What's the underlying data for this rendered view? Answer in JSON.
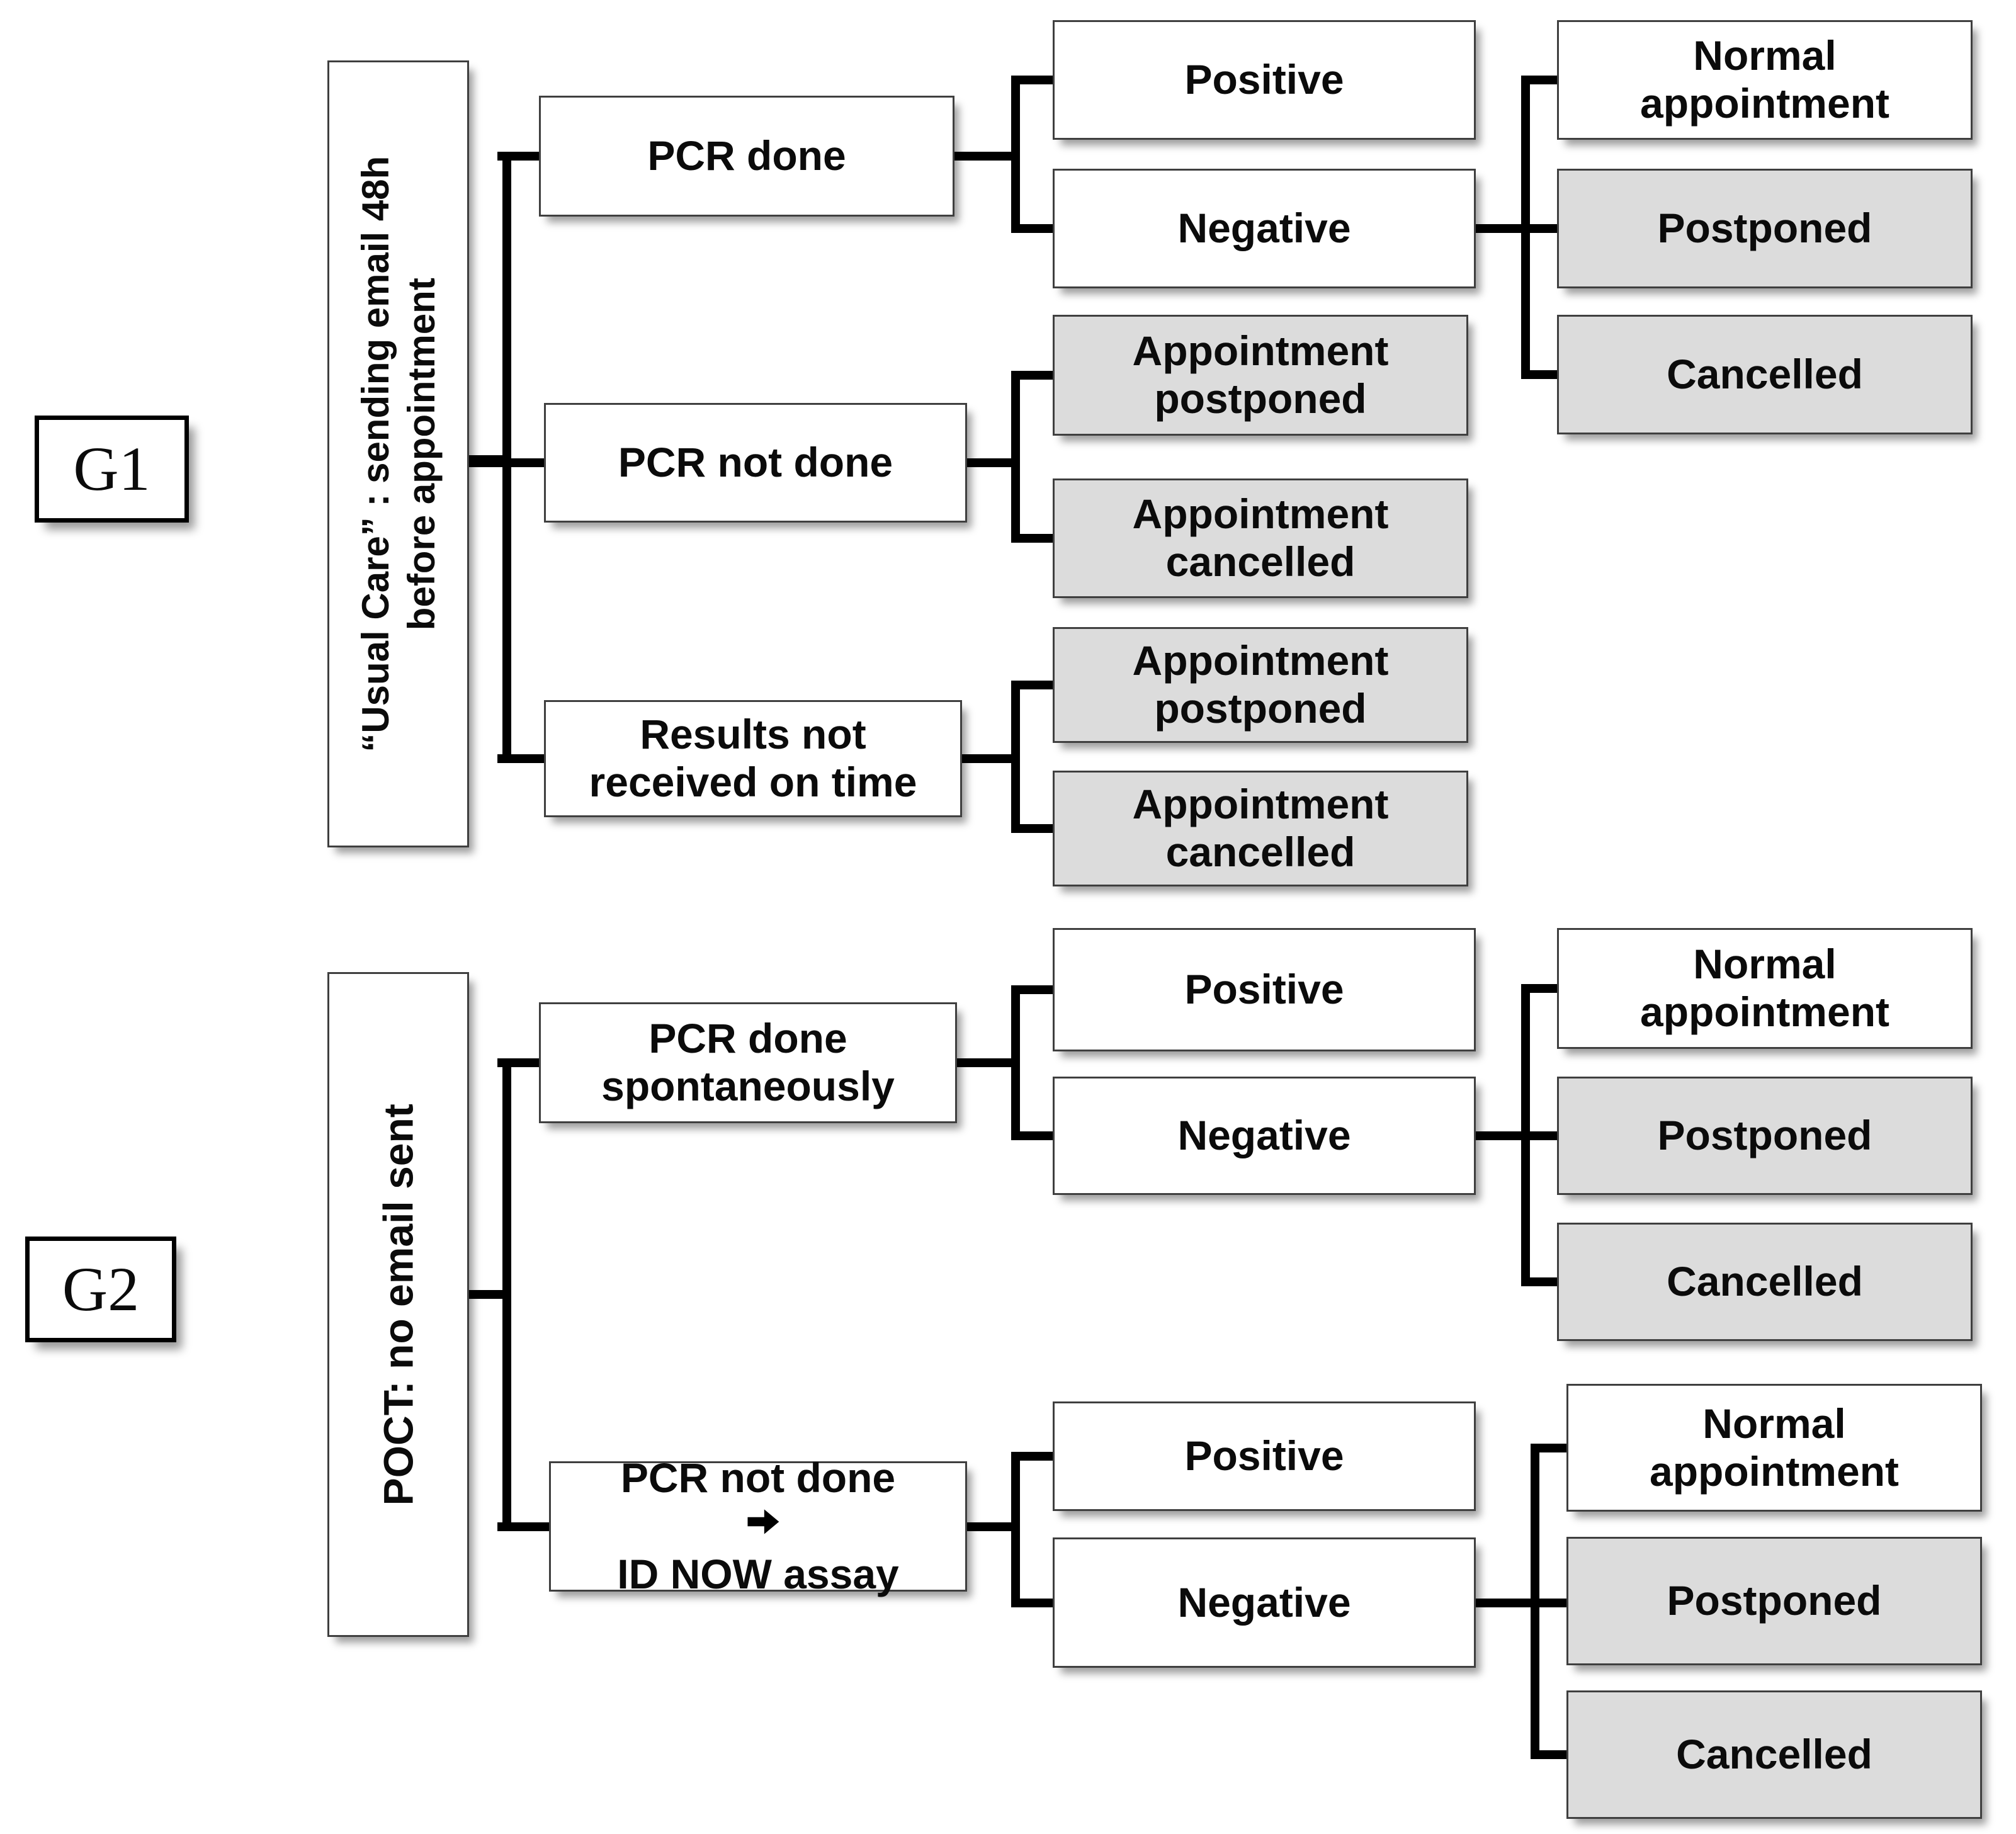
{
  "figure_type": "study-flow-diagram",
  "colors": {
    "outcome_gray": "#dcdcdc",
    "box_white": "#ffffff",
    "connector": "#000000",
    "border": "#3f3f3f"
  },
  "g1": {
    "label": "G1",
    "condition_line1": "“Usual Care” : sending email 48h",
    "condition_line2": "before appointment",
    "pcr_done": "PCR done",
    "positive": "Positive",
    "negative": "Negative",
    "normal_appointment_line1": "Normal",
    "normal_appointment_line2": "appointment",
    "postponed": "Postponed",
    "cancelled": "Cancelled",
    "pcr_not_done": "PCR not done",
    "appointment_postponed_a_line1": "Appointment",
    "appointment_postponed_a_line2": "postponed",
    "appointment_cancelled_a_line1": "Appointment",
    "appointment_cancelled_a_line2": "cancelled",
    "results_line1": "Results not",
    "results_line2": "received on time",
    "appointment_postponed_b_line1": "Appointment",
    "appointment_postponed_b_line2": "postponed",
    "appointment_cancelled_b_line1": "Appointment",
    "appointment_cancelled_b_line2": "cancelled"
  },
  "g2": {
    "label": "G2",
    "condition": "POCT: no email sent",
    "pcr_done_line1": "PCR done",
    "pcr_done_line2": "spontaneously",
    "b1_positive": "Positive",
    "b1_negative": "Negative",
    "b1_normal_line1": "Normal",
    "b1_normal_line2": "appointment",
    "b1_postponed": "Postponed",
    "b1_cancelled": "Cancelled",
    "pcr_not_done_line1": "PCR not done",
    "pcr_not_done_line2": "ID NOW assay",
    "b2_positive": "Positive",
    "b2_negative": "Negative",
    "b2_normal_line1": "Normal",
    "b2_normal_line2": "appointment",
    "b2_postponed": "Postponed",
    "b2_cancelled": "Cancelled"
  }
}
